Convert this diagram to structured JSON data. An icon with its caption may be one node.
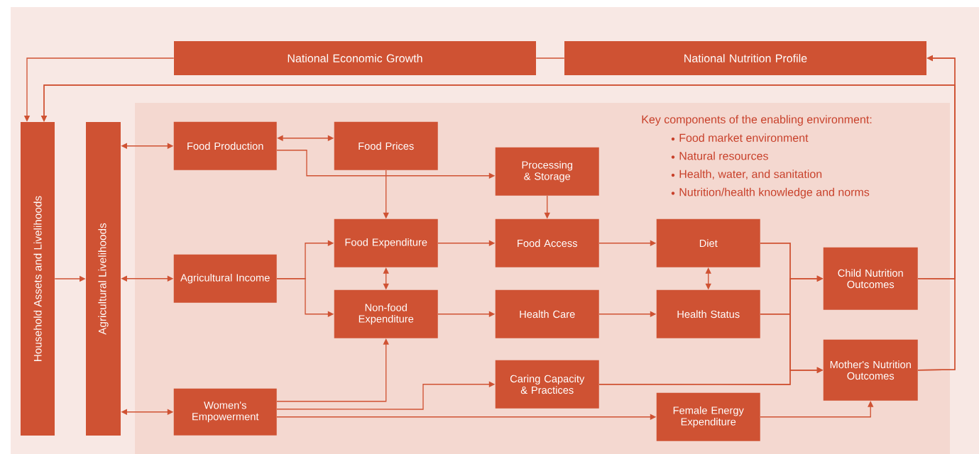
{
  "diagram": {
    "nodes": [
      {
        "text": [
          "National Economic Growth"
        ]
      },
      {
        "text": [
          "National Nutrition Profile"
        ]
      },
      {
        "text": [
          "Household Assets and Livelihoods"
        ]
      },
      {
        "text": [
          "Agricultural Livelihoods"
        ]
      },
      {
        "text": [
          "Key components of the enabling environment:",
          "Food market environment",
          "Natural resources",
          "Health, water, and sanitation",
          "Nutrition/health knowledge and norms"
        ]
      },
      {
        "text": [
          "Food Production"
        ],
        "in": 4
      },
      {
        "text": [
          "Food Prices"
        ],
        "in": 4
      },
      {
        "text": [
          "Processing & Storage"
        ],
        "in": 4
      },
      {
        "text": [
          "Agricultural Income"
        ],
        "in": 4
      },
      {
        "text": [
          "Food Expenditure"
        ],
        "in": 4
      },
      {
        "text": [
          "Food Access"
        ],
        "in": 4
      },
      {
        "text": [
          "Diet"
        ],
        "in": 4
      },
      {
        "text": [
          "Non-food Expenditure"
        ],
        "in": 4
      },
      {
        "text": [
          "Health Care"
        ],
        "in": 4
      },
      {
        "text": [
          "Health Status"
        ],
        "in": 4
      },
      {
        "text": [
          "Child Nutrition Outcomes"
        ],
        "in": 4
      },
      {
        "text": [
          "Women's Empowerment"
        ],
        "in": 4
      },
      {
        "text": [
          "Caring Capacity & Practices"
        ],
        "in": 4
      },
      {
        "text": [
          "Mother's Nutrition Outcomes"
        ],
        "in": 4
      },
      {
        "text": [
          "Female Energy Expenditure"
        ],
        "in": 4
      }
    ],
    "edges": [
      {
        "from": 0,
        "to": 2,
        "arrow": "to"
      },
      {
        "from": 0,
        "to": 1,
        "arrow": "none"
      },
      {
        "from": 15,
        "to": 1,
        "arrow": "to"
      },
      {
        "from": 18,
        "to": 1,
        "arrow": "to"
      },
      {
        "from": 15,
        "to": 2,
        "arrow": "to"
      },
      {
        "from": 18,
        "to": 2,
        "arrow": "to"
      },
      {
        "from": 2,
        "to": 3,
        "arrow": "to"
      },
      {
        "from": 3,
        "to": 5,
        "arrow": "both"
      },
      {
        "from": 3,
        "to": 8,
        "arrow": "both"
      },
      {
        "from": 3,
        "to": 16,
        "arrow": "both"
      },
      {
        "from": 5,
        "to": 6,
        "arrow": "both"
      },
      {
        "from": 5,
        "to": 7,
        "arrow": "to"
      },
      {
        "from": 6,
        "to": 9,
        "arrow": "to"
      },
      {
        "from": 7,
        "to": 10,
        "arrow": "to"
      },
      {
        "from": 8,
        "to": 9,
        "arrow": "to"
      },
      {
        "from": 8,
        "to": 12,
        "arrow": "to"
      },
      {
        "from": 9,
        "to": 12,
        "arrow": "both"
      },
      {
        "from": 9,
        "to": 10,
        "arrow": "to"
      },
      {
        "from": 10,
        "to": 11,
        "arrow": "to"
      },
      {
        "from": 12,
        "to": 13,
        "arrow": "to"
      },
      {
        "from": 13,
        "to": 14,
        "arrow": "to"
      },
      {
        "from": 11,
        "to": 14,
        "arrow": "both"
      },
      {
        "from": 11,
        "to": 15,
        "arrow": "to"
      },
      {
        "from": 11,
        "to": 18,
        "arrow": "to"
      },
      {
        "from": 14,
        "to": 15,
        "arrow": "to"
      },
      {
        "from": 14,
        "to": 18,
        "arrow": "to"
      },
      {
        "from": 17,
        "to": 15,
        "arrow": "to"
      },
      {
        "from": 17,
        "to": 18,
        "arrow": "to"
      },
      {
        "from": 16,
        "to": 12,
        "arrow": "to"
      },
      {
        "from": 16,
        "to": 17,
        "arrow": "to"
      },
      {
        "from": 16,
        "to": 19,
        "arrow": "to"
      },
      {
        "from": 19,
        "to": 18,
        "arrow": "to"
      }
    ]
  }
}
